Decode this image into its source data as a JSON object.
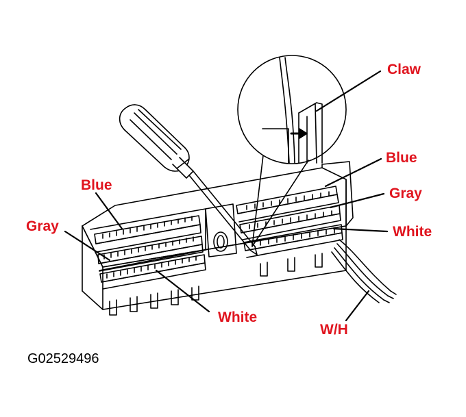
{
  "colors": {
    "label": "#e0141e",
    "line": "#000000",
    "background": "#ffffff"
  },
  "labels": {
    "claw": "Claw",
    "blue_right": "Blue",
    "gray_right": "Gray",
    "white_right": "White",
    "blue_left": "Blue",
    "gray_left": "Gray",
    "white_bottom": "White",
    "wh": "W/H"
  },
  "figure_code": "G02529496",
  "icons": {
    "tool": "screwdriver-icon",
    "inset": "magnifier-circle-icon",
    "arrow": "arrow-right-icon"
  }
}
